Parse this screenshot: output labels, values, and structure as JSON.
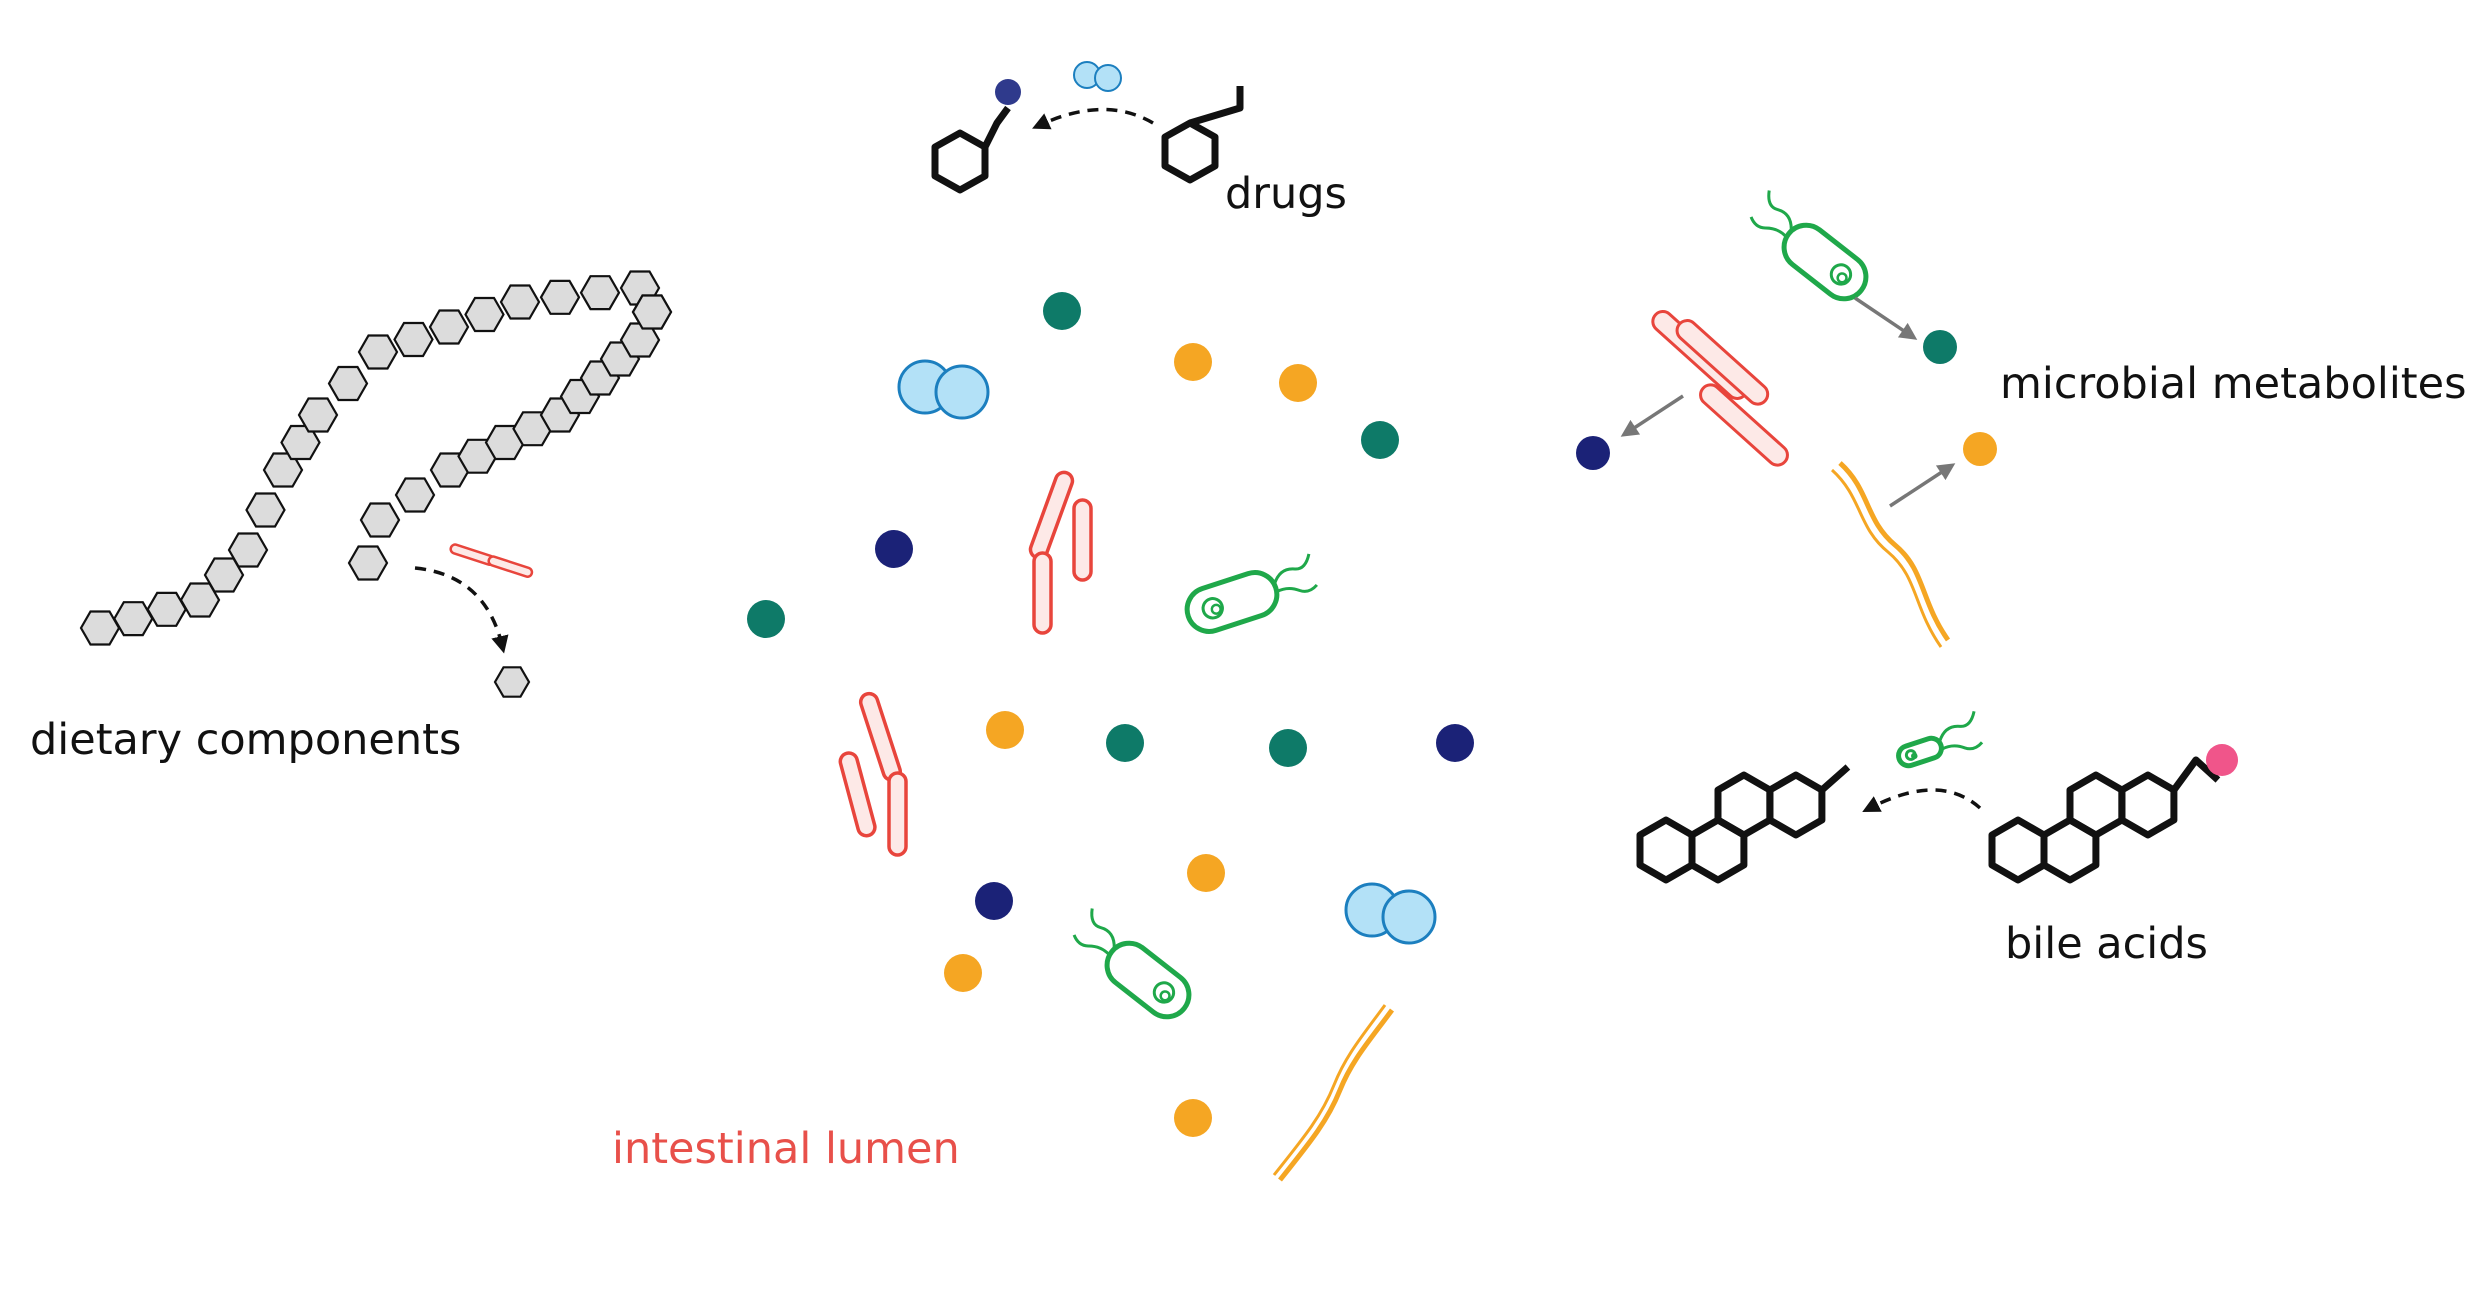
{
  "labels": {
    "drugs": "drugs",
    "microbial_metabolites": "microbial metabolites",
    "dietary_components": "dietary components",
    "bile_acids": "bile acids",
    "intestinal_lumen": "intestinal lumen"
  },
  "colors": {
    "teal": "#0e7a68",
    "navy": "#1b2277",
    "orange": "#f5a623",
    "light_blue_fill": "#b3e1f7",
    "light_blue_stroke": "#1c7fbf",
    "rod_red": "#e8453c",
    "rod_fill": "#fde9e7",
    "bacterium_green": "#1fa84a",
    "spirochete_orange": "#f5a623",
    "hexagon_fill": "#dcdcdc",
    "ink": "#111111",
    "lumen_label": "#e8504a",
    "arrow_grey": "#777777",
    "pink": "#f0558a",
    "drug_blue": "#2f3a8c"
  }
}
